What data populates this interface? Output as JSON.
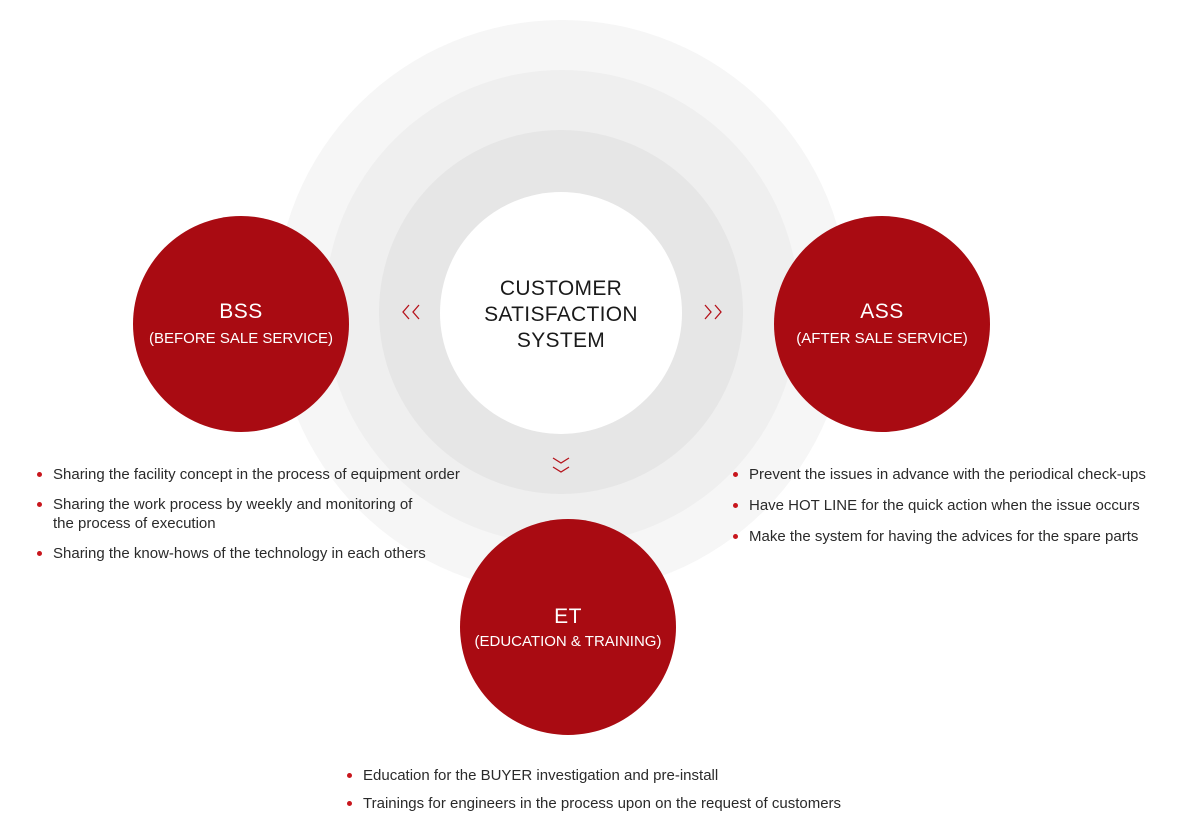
{
  "center": {
    "title": "CUSTOMER SATISFACTION SYSTEM"
  },
  "bss": {
    "abbr": "BSS",
    "full": "(BEFORE SALE SERVICE)",
    "items": [
      "Sharing the facility concept in the process of equipment order",
      "Sharing the work process by weekly and monitoring of the process of execution",
      "Sharing the know-hows of the technology in each others"
    ]
  },
  "ass": {
    "abbr": "ASS",
    "full": "(AFTER SALE SERVICE)",
    "items": [
      "Prevent the issues in advance with the periodical check-ups",
      "Have HOT LINE for the quick action when the issue occurs",
      "Make the system for having the advices for the spare parts"
    ]
  },
  "et": {
    "abbr": "ET",
    "full": "(EDUCATION & TRAINING)",
    "items": [
      "Education for the BUYER investigation and pre-install",
      "Trainings for engineers in the process upon on the request of customers"
    ]
  },
  "colors": {
    "accent": "#a90b12",
    "bullet": "#c8161d",
    "ring_light": "#f6f6f6",
    "ring_mid": "#efefef",
    "ring_dark": "#e6e6e6"
  },
  "icons": {
    "left": "chevron-double-left-icon",
    "right": "chevron-double-right-icon",
    "down": "chevron-double-down-icon"
  }
}
